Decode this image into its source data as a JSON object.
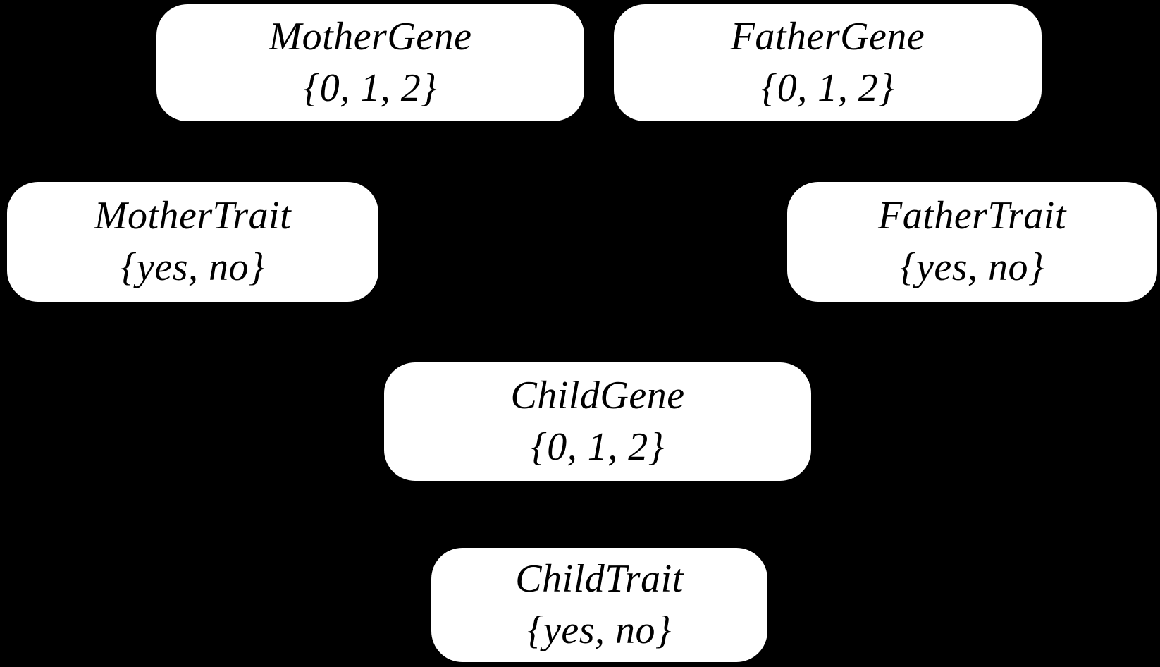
{
  "diagram": {
    "type": "bayesian-network",
    "background_color": "#000000",
    "node_fill_color": "#ffffff",
    "node_text_color": "#000000",
    "nodes": [
      {
        "id": "MotherGene",
        "label": "MotherGene",
        "domain": "{0, 1, 2}"
      },
      {
        "id": "FatherGene",
        "label": "FatherGene",
        "domain": "{0, 1, 2}"
      },
      {
        "id": "MotherTrait",
        "label": "MotherTrait",
        "domain": "{yes, no}"
      },
      {
        "id": "FatherTrait",
        "label": "FatherTrait",
        "domain": "{yes, no}"
      },
      {
        "id": "ChildGene",
        "label": "ChildGene",
        "domain": "{0, 1, 2}"
      },
      {
        "id": "ChildTrait",
        "label": "ChildTrait",
        "domain": "{yes, no}"
      }
    ]
  }
}
